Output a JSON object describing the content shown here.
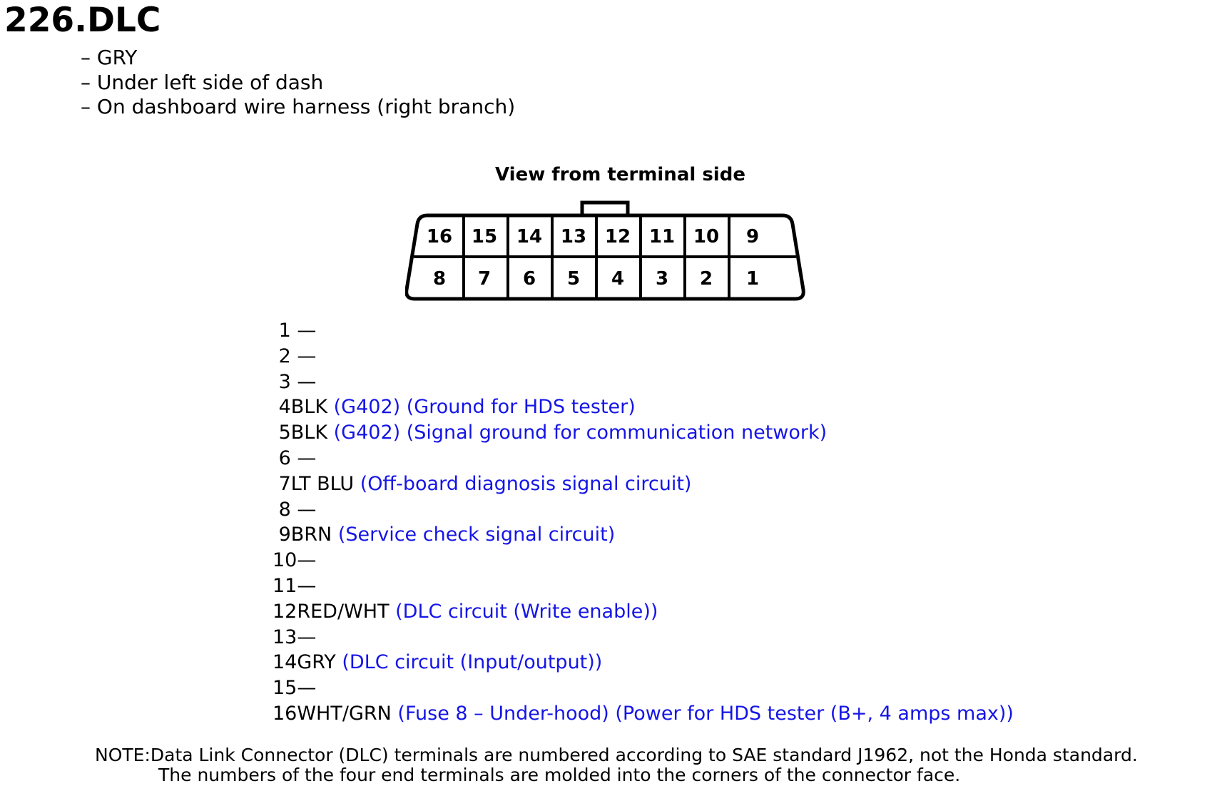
{
  "title": "226.DLC",
  "bullets": [
    "– GRY",
    "– Under left side of dash",
    "– On dashboard wire harness (right branch)"
  ],
  "diagram": {
    "caption": "View from terminal side",
    "top_row": [
      "16",
      "15",
      "14",
      "13",
      "12",
      "11",
      "10",
      "9"
    ],
    "bottom_row": [
      "8",
      "7",
      "6",
      "5",
      "4",
      "3",
      "2",
      "1"
    ]
  },
  "pins": [
    {
      "lead": " 1 —",
      "desc": ""
    },
    {
      "lead": " 2 —",
      "desc": ""
    },
    {
      "lead": " 3 —",
      "desc": ""
    },
    {
      "lead": " 4BLK ",
      "desc": "(G402) (Ground for HDS tester)"
    },
    {
      "lead": " 5BLK ",
      "desc": "(G402) (Signal ground for communication network)"
    },
    {
      "lead": " 6 —",
      "desc": ""
    },
    {
      "lead": " 7LT BLU ",
      "desc": "(Off-board diagnosis signal circuit)"
    },
    {
      "lead": " 8 —",
      "desc": ""
    },
    {
      "lead": " 9BRN ",
      "desc": "(Service check signal circuit)"
    },
    {
      "lead": "10—",
      "desc": ""
    },
    {
      "lead": "11—",
      "desc": ""
    },
    {
      "lead": "12RED/WHT ",
      "desc": "(DLC circuit (Write enable))"
    },
    {
      "lead": "13—",
      "desc": ""
    },
    {
      "lead": "14GRY ",
      "desc": "(DLC circuit (Input/output))"
    },
    {
      "lead": "15—",
      "desc": ""
    },
    {
      "lead": "16WHT/GRN ",
      "desc": "(Fuse 8 – Under-hood) (Power for HDS tester (B+, 4 amps max))"
    }
  ],
  "note": {
    "line1": "NOTE:Data Link Connector (DLC) terminals are numbered according to SAE standard J1962, not the Honda standard.",
    "line2": "The numbers of the four end terminals are molded into the corners of the connector face."
  },
  "colors": {
    "description_text": "#1515e6",
    "text": "#000000"
  }
}
